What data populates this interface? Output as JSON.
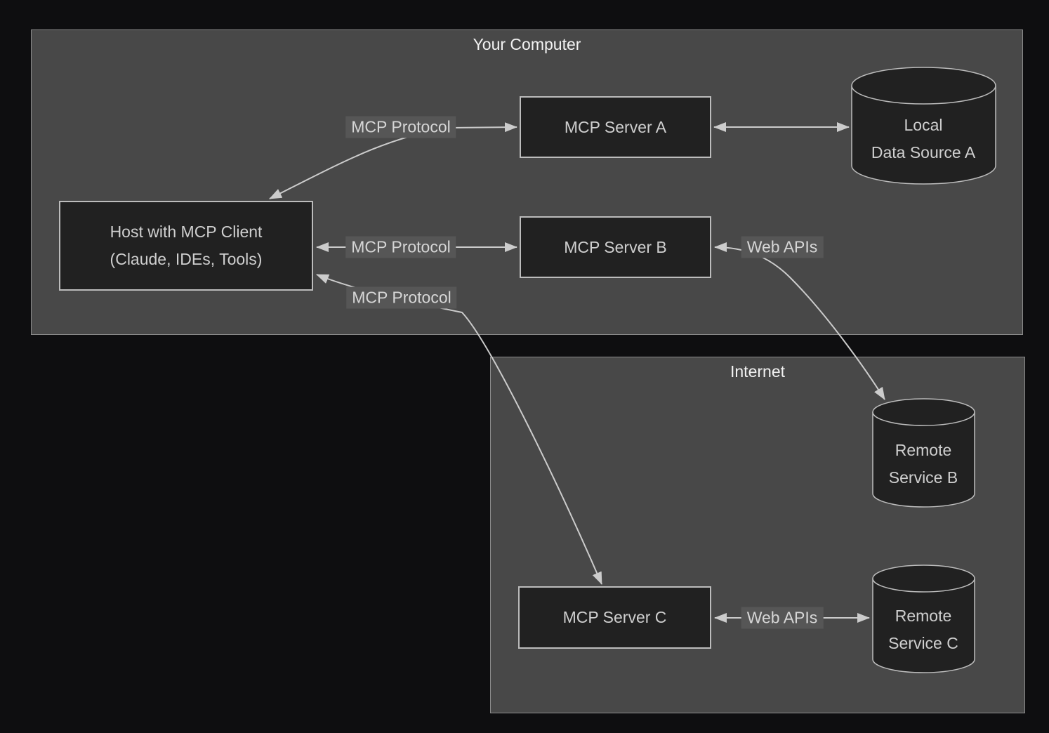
{
  "diagram": {
    "containers": {
      "your_computer": "Your Computer",
      "internet": "Internet"
    },
    "nodes": {
      "host_line1": "Host with MCP Client",
      "host_line2": "(Claude, IDEs, Tools)",
      "server_a": "MCP Server A",
      "server_b": "MCP Server B",
      "server_c": "MCP Server C",
      "data_source_a_line1": "Local",
      "data_source_a_line2": "Data Source A",
      "remote_b_line1": "Remote",
      "remote_b_line2": "Service B",
      "remote_c_line1": "Remote",
      "remote_c_line2": "Service C"
    },
    "edge_labels": {
      "mcp_protocol_host_a": "MCP Protocol",
      "mcp_protocol_host_b": "MCP Protocol",
      "mcp_protocol_host_c": "MCP Protocol",
      "web_apis_b": "Web APIs",
      "web_apis_c": "Web APIs"
    },
    "colors": {
      "background": "#0e0e10",
      "container_fill": "#484848",
      "container_border": "#8c8c8c",
      "node_fill": "#212121",
      "node_border": "#bcbcbc",
      "edge_label_bg": "#565656",
      "arrow": "#cccccc",
      "title_text": "#f2f2f2",
      "node_text": "#cfcfcf"
    }
  }
}
